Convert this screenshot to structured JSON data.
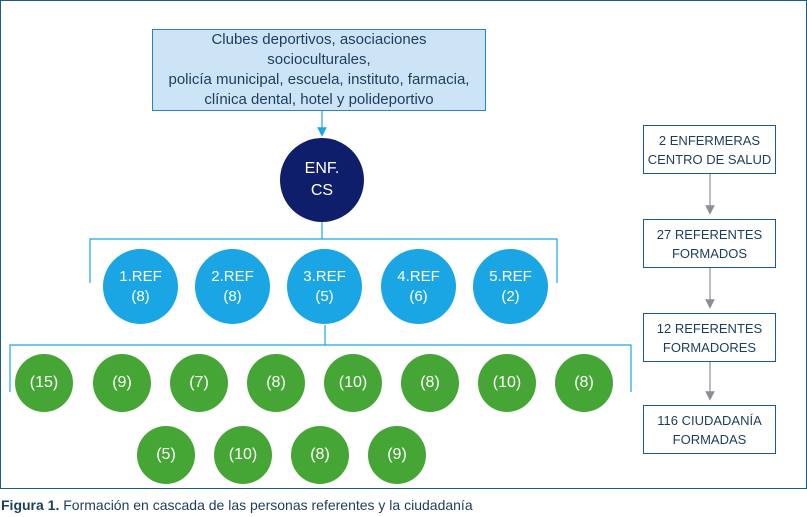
{
  "top_box": {
    "text": "Clubes deportivos, asociaciones socioculturales,\npolicía municipal, escuela, instituto, farmacia,\nclínica dental, hotel y polideportivo"
  },
  "center_node": {
    "line1": "ENF.",
    "line2": "CS"
  },
  "referents": [
    {
      "label": "1.REF",
      "count": "(8)"
    },
    {
      "label": "2.REF",
      "count": "(8)"
    },
    {
      "label": "3.REF",
      "count": "(5)"
    },
    {
      "label": "4.REF",
      "count": "(6)"
    },
    {
      "label": "5.REF",
      "count": "(2)"
    }
  ],
  "groups_row1": [
    "(15)",
    "(9)",
    "(7)",
    "(8)",
    "(10)",
    "(8)",
    "(10)",
    "(8)"
  ],
  "groups_row2": [
    "(5)",
    "(10)",
    "(8)",
    "(9)"
  ],
  "side_flow": [
    {
      "line1": "2 ENFERMERAS",
      "line2": "CENTRO DE SALUD"
    },
    {
      "line1": "27 REFERENTES",
      "line2": "FORMADOS"
    },
    {
      "line1": "12 REFERENTES",
      "line2": "FORMADORES"
    },
    {
      "line1": "116 CIUDADANÍA",
      "line2": "FORMADAS"
    }
  ],
  "caption": {
    "label": "Figura 1.",
    "text": "Formación en cascada de las personas referentes y la ciudadanía"
  },
  "colors": {
    "enf": "#0f1e6b",
    "referent": "#1aa6e4",
    "group": "#46a635",
    "top_box_fill": "#cde4f6",
    "border": "#1a5a8e"
  }
}
